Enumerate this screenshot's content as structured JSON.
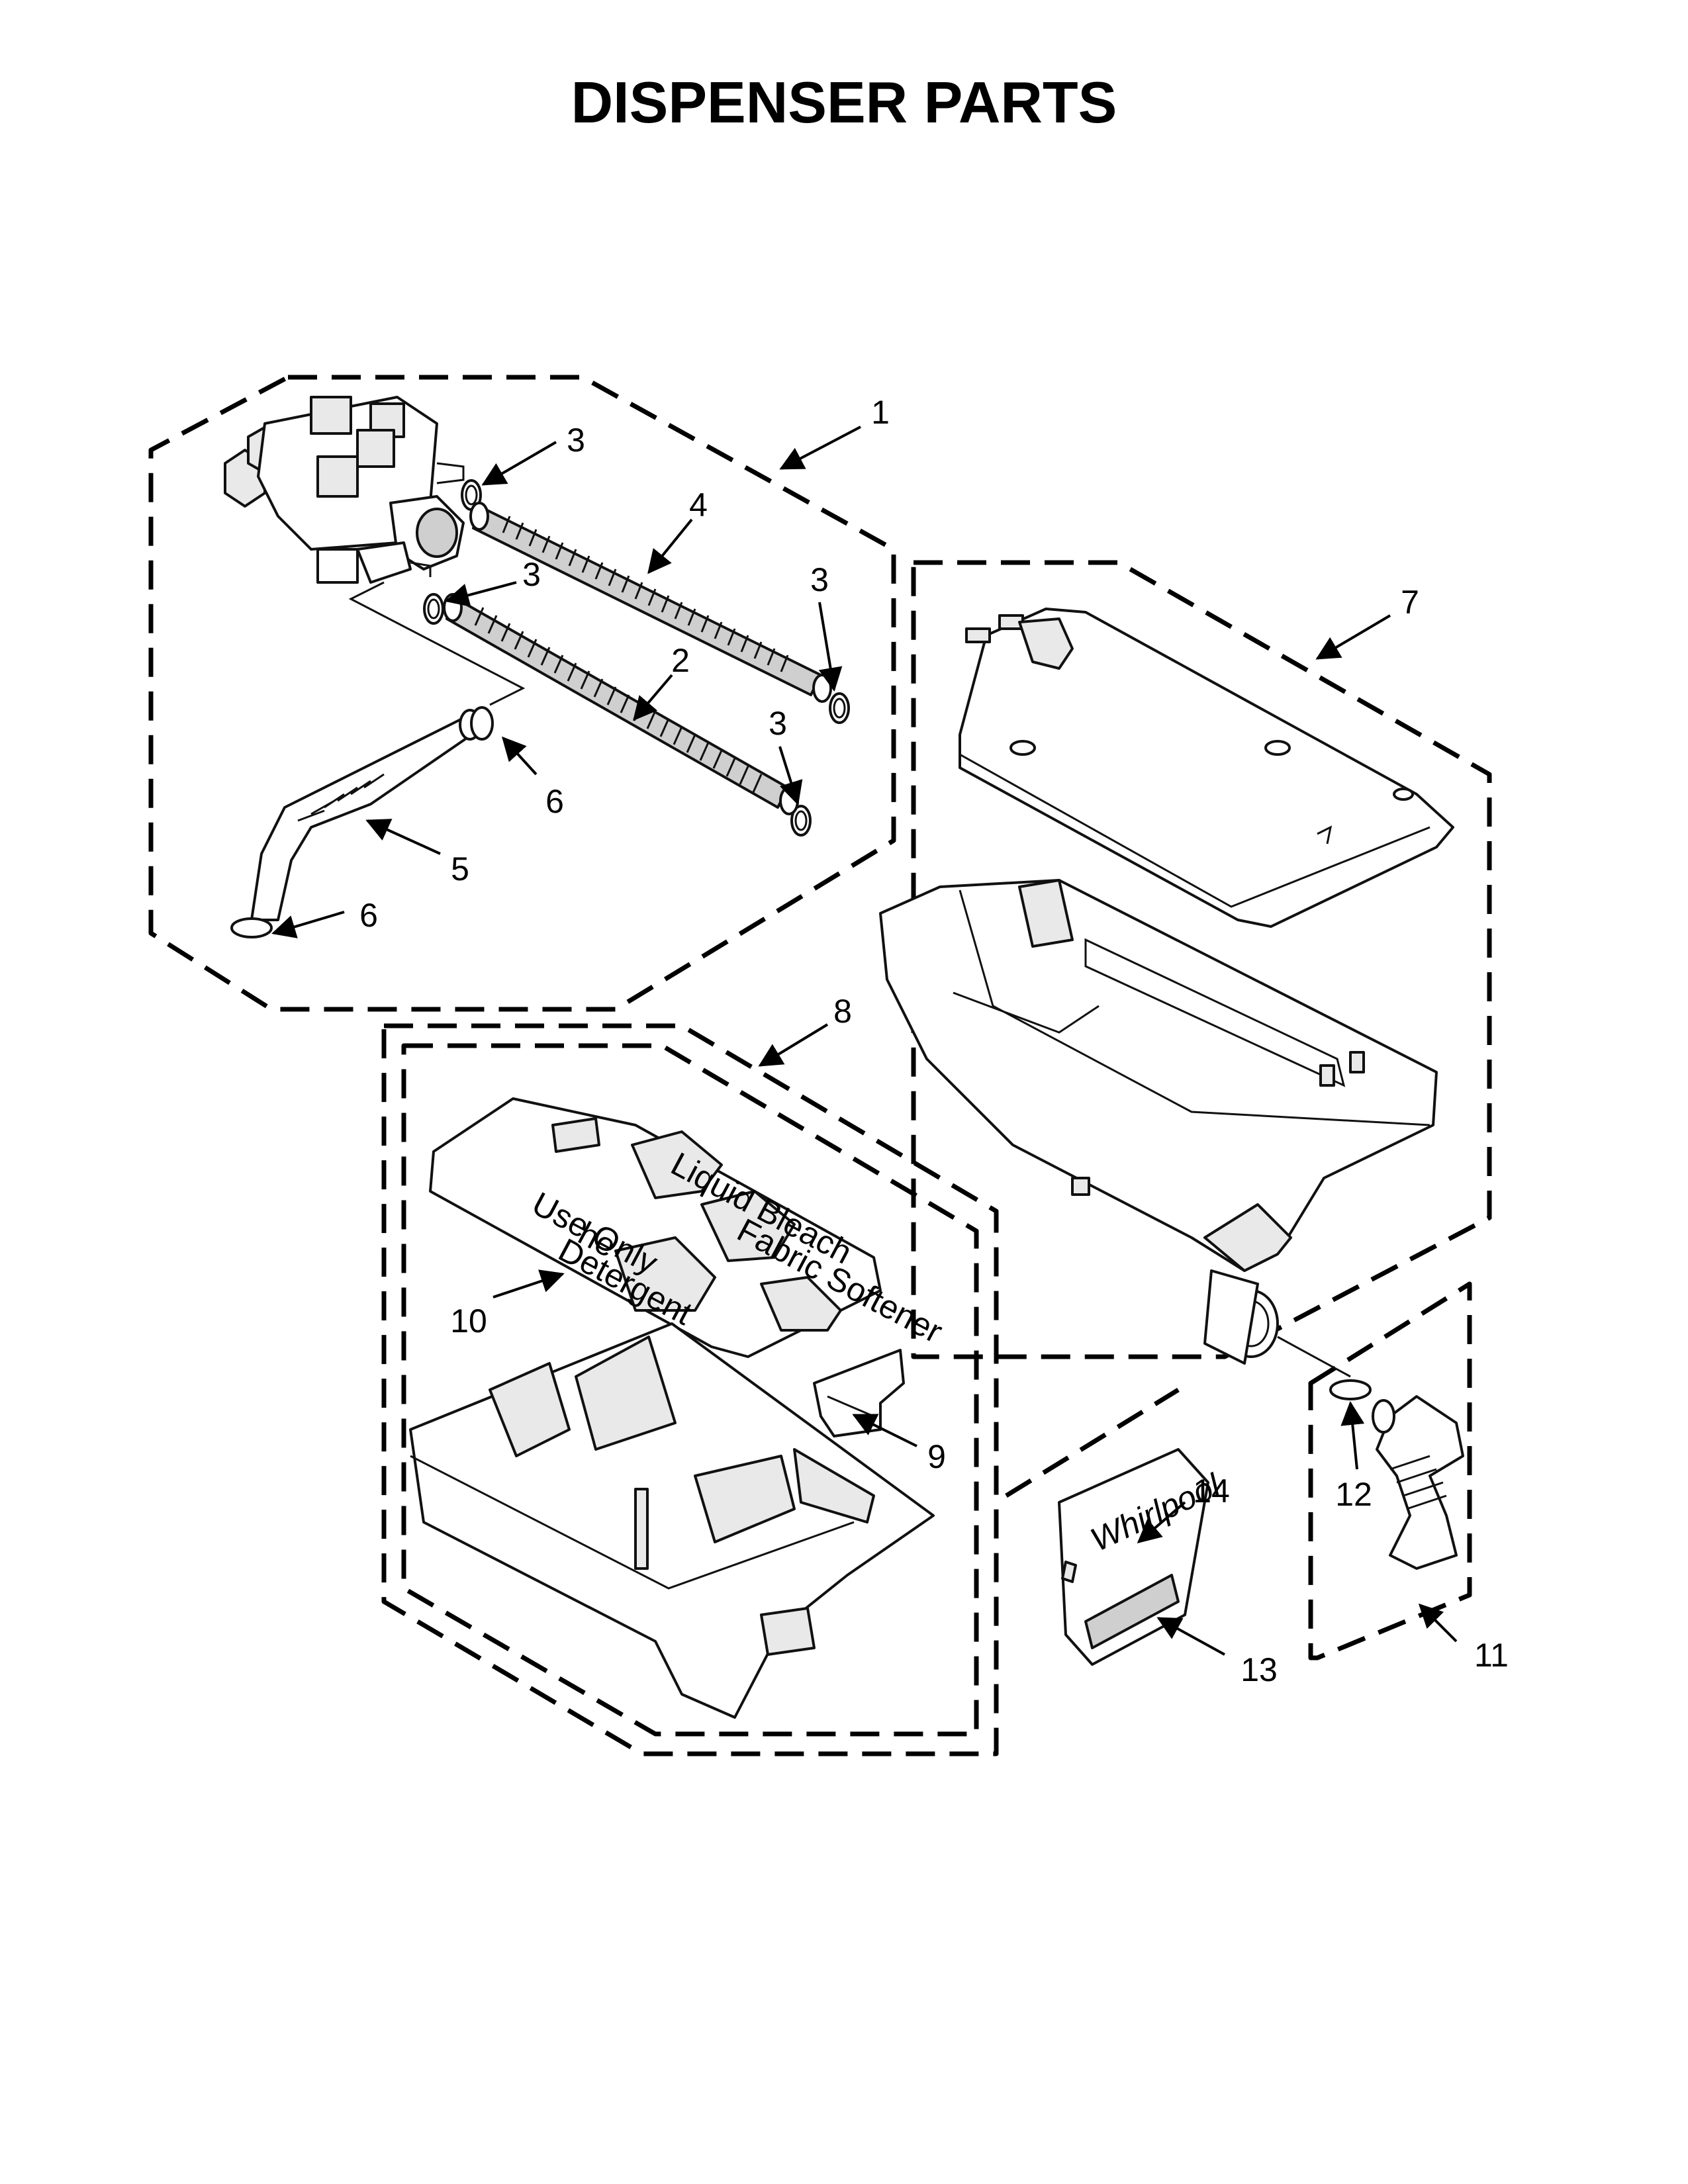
{
  "title": "DISPENSER PARTS",
  "callouts": {
    "c1": "1",
    "c2": "2",
    "c3a": "3",
    "c3b": "3",
    "c3c": "3",
    "c3d": "3",
    "c4": "4",
    "c5": "5",
    "c6a": "6",
    "c6b": "6",
    "c7": "7",
    "c8": "8",
    "c9": "9",
    "c10": "10",
    "c11": "11",
    "c12": "12",
    "c13": "13",
    "c14": "14"
  },
  "tray_lid_text": {
    "use_only": "Use Only",
    "he": "he",
    "detergent": "Detergent",
    "liquid_bleach": "Liquid Bleach",
    "fabric_softener": "Fabric Softener"
  },
  "panel_logo": "Whirlpool"
}
